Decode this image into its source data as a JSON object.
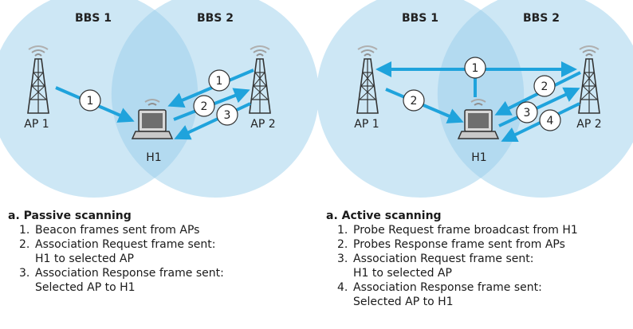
{
  "colors": {
    "bss_fill": "#cde7f5",
    "bss_overlap": "#b3daf0",
    "arrow": "#1fa3dc",
    "tower": "#333333"
  },
  "passive": {
    "bbs1": "BBS 1",
    "bbs2": "BBS 2",
    "ap1": "AP 1",
    "ap2": "AP 2",
    "host": "H1",
    "steps": [
      "1",
      "2",
      "3"
    ],
    "title": "a. Passive scanning",
    "items": [
      {
        "num": "1.",
        "text": "Beacon frames sent from APs"
      },
      {
        "num": "2.",
        "text": "Association Request frame sent:\nH1 to selected AP"
      },
      {
        "num": "3.",
        "text": "Association Response frame sent:\nSelected AP to H1"
      }
    ]
  },
  "active": {
    "bbs1": "BBS 1",
    "bbs2": "BBS 2",
    "ap1": "AP 1",
    "ap2": "AP 2",
    "host": "H1",
    "steps": [
      "1",
      "2",
      "2",
      "3",
      "4"
    ],
    "title": "a. Active scanning",
    "items": [
      {
        "num": "1.",
        "text": "Probe Request frame broadcast from H1"
      },
      {
        "num": "2.",
        "text": "Probes Response frame sent from APs"
      },
      {
        "num": "3.",
        "text": "Association Request frame sent:\nH1 to selected AP"
      },
      {
        "num": "4.",
        "text": "Association Response frame sent:\nSelected AP to H1"
      }
    ]
  }
}
